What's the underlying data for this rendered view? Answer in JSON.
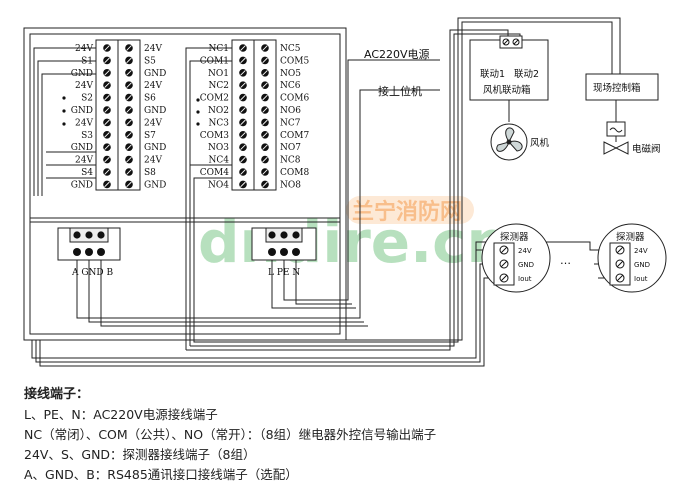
{
  "diagram": {
    "left_terminals": {
      "col_a": [
        "24V",
        "S1",
        "GND",
        "24V",
        "S2",
        "GND",
        "24V",
        "S3",
        "GND",
        "24V",
        "S4",
        "GND"
      ],
      "col_b": [
        "24V",
        "S5",
        "GND",
        "24V",
        "S6",
        "GND",
        "24V",
        "S7",
        "GND",
        "24V",
        "S8",
        "GND"
      ]
    },
    "right_terminals": {
      "col_a": [
        "NC1",
        "COM1",
        "NO1",
        "NC2",
        "COM2",
        "NO2",
        "NC3",
        "COM3",
        "NO3",
        "NC4",
        "COM4",
        "NO4"
      ],
      "col_b": [
        "NC5",
        "COM5",
        "NO5",
        "NC6",
        "COM6",
        "NO6",
        "NC7",
        "COM7",
        "NO7",
        "NC8",
        "COM8",
        "NO8"
      ]
    },
    "rs485_label": "A GND B",
    "power_label": "L PE N",
    "ac_label": "AC220V电源",
    "host_label": "接上位机",
    "fan_box": {
      "terminal1": "联动1",
      "terminal2": "联动2",
      "title": "风机联动箱",
      "device": "风机"
    },
    "field_box": {
      "title": "现场控制箱",
      "device": "电磁阀"
    },
    "detector1": {
      "title": "探测器",
      "terms": [
        "24V",
        "GND",
        "Iout"
      ]
    },
    "detector2": {
      "title": "探测器",
      "terms": [
        "24V",
        "GND",
        "Iout"
      ]
    },
    "ellipsis": "…",
    "watermark": {
      "main": "dndire.cn",
      "sub": "兰宁消防网"
    }
  },
  "legend": {
    "title": "接线端子：",
    "lines": [
      "L、PE、N：AC220V电源接线端子",
      "NC（常闭）、COM（公共）、NO（常开）：（8组）继电器外控信号输出端子",
      "24V、S、GND：探测器接线端子（8组）",
      "A、GND、B：RS485通讯接口接线端子（选配）"
    ]
  }
}
